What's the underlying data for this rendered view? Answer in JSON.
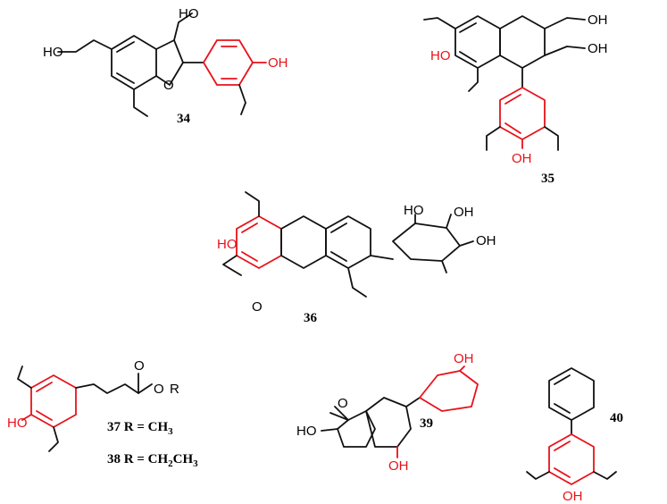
{
  "figure": {
    "colors": {
      "black": "#111111",
      "red": "#e8121a",
      "background": "#ffffff"
    },
    "compounds": [
      {
        "number": "34",
        "atoms": {
          "ho_chain": "HO",
          "oh_top": "HO",
          "oh_red": "OH",
          "o_ring": "O"
        }
      },
      {
        "number": "35",
        "atoms": {
          "oh1": "OH",
          "oh2": "OH",
          "ho_red": "HO",
          "oh_red": "OH"
        }
      },
      {
        "number": "36",
        "atoms": {
          "ho_red": "HO",
          "oh1": "OH",
          "oh2": "OH",
          "ho2": "HO",
          "o_carbonyl": "O"
        }
      },
      {
        "number": "37",
        "substituent": "R = CH",
        "subscript": "3"
      },
      {
        "number": "38",
        "substituent": "R = CH",
        "subscript1": "2",
        "substituent2": "CH",
        "subscript2": "3"
      },
      {
        "number": "39",
        "atoms": {
          "oh_top": "OH",
          "ho_left": "HO",
          "oh_red": "OH",
          "o_ring": "O"
        }
      },
      {
        "number": "40",
        "atoms": {
          "oh_red": "OH"
        }
      }
    ],
    "compound_37_38_atoms": {
      "ho_red": "HO",
      "o_carbonyl": "O",
      "o_ester": "O",
      "r": "R"
    }
  }
}
